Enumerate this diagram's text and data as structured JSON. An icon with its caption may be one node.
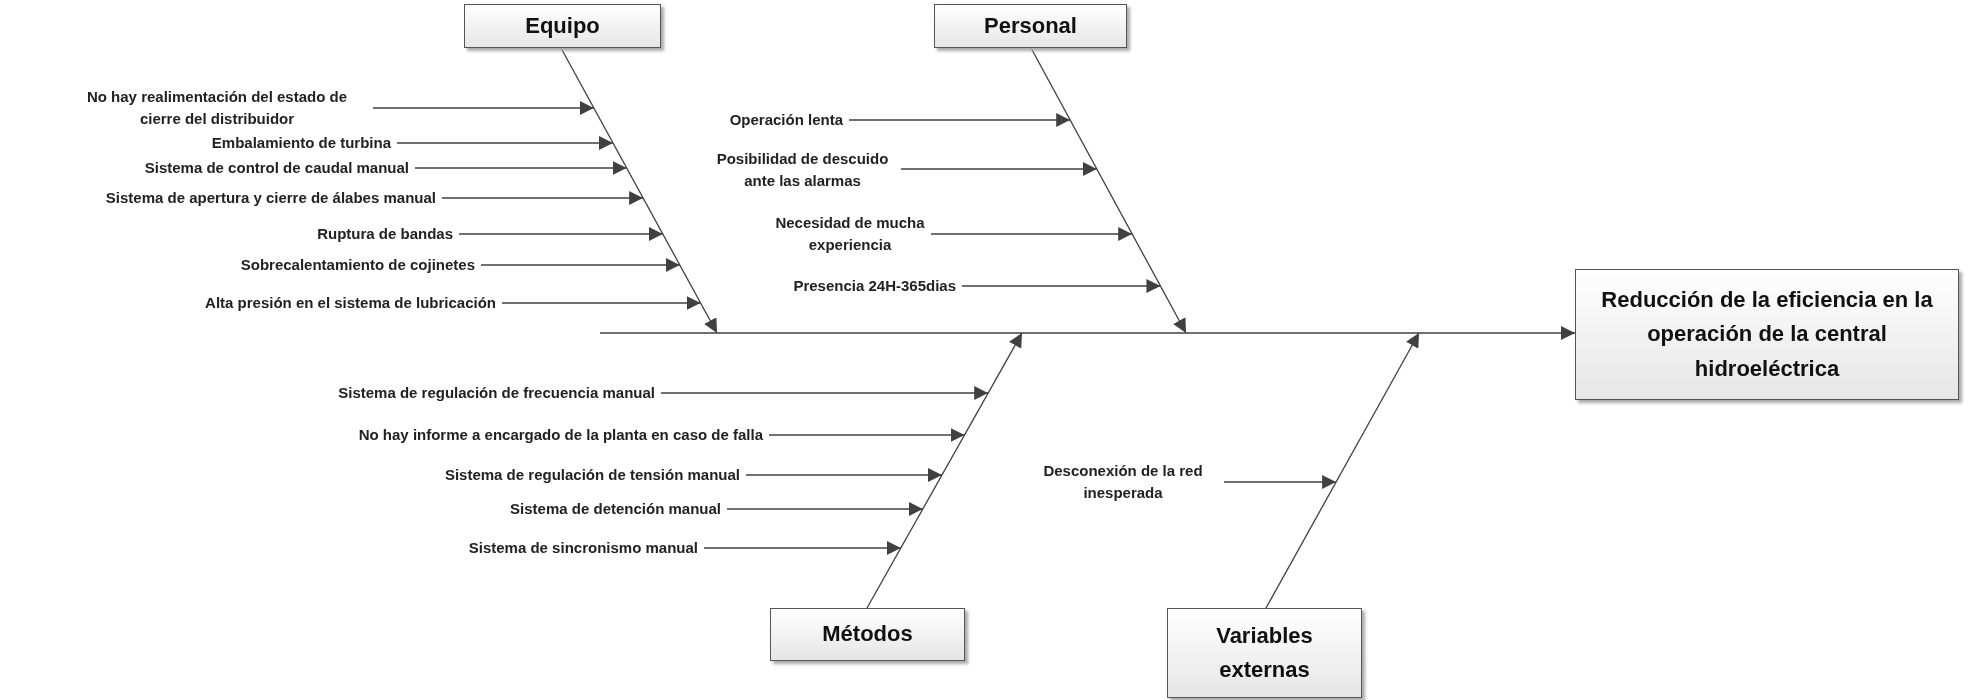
{
  "diagram": {
    "nodes": [
      {
        "text": [
          "Equipo"
        ]
      },
      {
        "text": [
          "No hay realimentación del estado de cierre del distribuidor"
        ]
      },
      {
        "text": [
          "Embalamiento de turbina"
        ]
      },
      {
        "text": [
          "Sistema de control de caudal manual"
        ]
      },
      {
        "text": [
          "Sistema de apertura y cierre de álabes manual"
        ]
      },
      {
        "text": [
          "Ruptura de bandas"
        ]
      },
      {
        "text": [
          "Sobrecalentamiento de cojinetes"
        ]
      },
      {
        "text": [
          "Alta presión en el sistema de lubricación"
        ]
      },
      {
        "text": [
          "Personal"
        ]
      },
      {
        "text": [
          "Operación lenta"
        ]
      },
      {
        "text": [
          "Posibilidad de descuido ante las alarmas"
        ]
      },
      {
        "text": [
          "Necesidad de mucha experiencia"
        ]
      },
      {
        "text": [
          "Presencia 24H-365dias"
        ]
      },
      {
        "text": [
          "Reducción de la eficiencia en la operación de la central hidroeléctrica"
        ]
      },
      {
        "text": [
          "Sistema de regulación de frecuencia manual"
        ]
      },
      {
        "text": [
          "No hay informe a encargado de la planta en caso de falla"
        ]
      },
      {
        "text": [
          "Sistema de regulación de tensión manual"
        ]
      },
      {
        "text": [
          "Sistema de detención manual"
        ]
      },
      {
        "text": [
          "Sistema de sincronismo manual"
        ]
      },
      {
        "text": [
          "Métodos"
        ]
      },
      {
        "text": [
          "Desconexión de la red inesperada"
        ]
      },
      {
        "text": [
          "Variables externas"
        ]
      }
    ],
    "edges": [
      {
        "from": null,
        "to": 13,
        "arrow": "to"
      },
      {
        "from": 0,
        "to": null,
        "arrow": "to"
      },
      {
        "from": 8,
        "to": null,
        "arrow": "to"
      },
      {
        "from": 19,
        "to": null,
        "arrow": "to"
      },
      {
        "from": 21,
        "to": null,
        "arrow": "to"
      },
      {
        "from": 1,
        "to": null,
        "arrow": "to"
      },
      {
        "from": 2,
        "to": null,
        "arrow": "to"
      },
      {
        "from": 3,
        "to": null,
        "arrow": "to"
      },
      {
        "from": 4,
        "to": null,
        "arrow": "to"
      },
      {
        "from": 5,
        "to": null,
        "arrow": "to"
      },
      {
        "from": 6,
        "to": null,
        "arrow": "to"
      },
      {
        "from": 7,
        "to": null,
        "arrow": "to"
      },
      {
        "from": 9,
        "to": null,
        "arrow": "to"
      },
      {
        "from": 10,
        "to": null,
        "arrow": "to"
      },
      {
        "from": 11,
        "to": null,
        "arrow": "to"
      },
      {
        "from": 12,
        "to": null,
        "arrow": "to"
      },
      {
        "from": 14,
        "to": null,
        "arrow": "to"
      },
      {
        "from": 15,
        "to": null,
        "arrow": "to"
      },
      {
        "from": 16,
        "to": null,
        "arrow": "to"
      },
      {
        "from": 17,
        "to": null,
        "arrow": "to"
      },
      {
        "from": 18,
        "to": null,
        "arrow": "to"
      },
      {
        "from": 20,
        "to": null,
        "arrow": "to"
      }
    ]
  }
}
